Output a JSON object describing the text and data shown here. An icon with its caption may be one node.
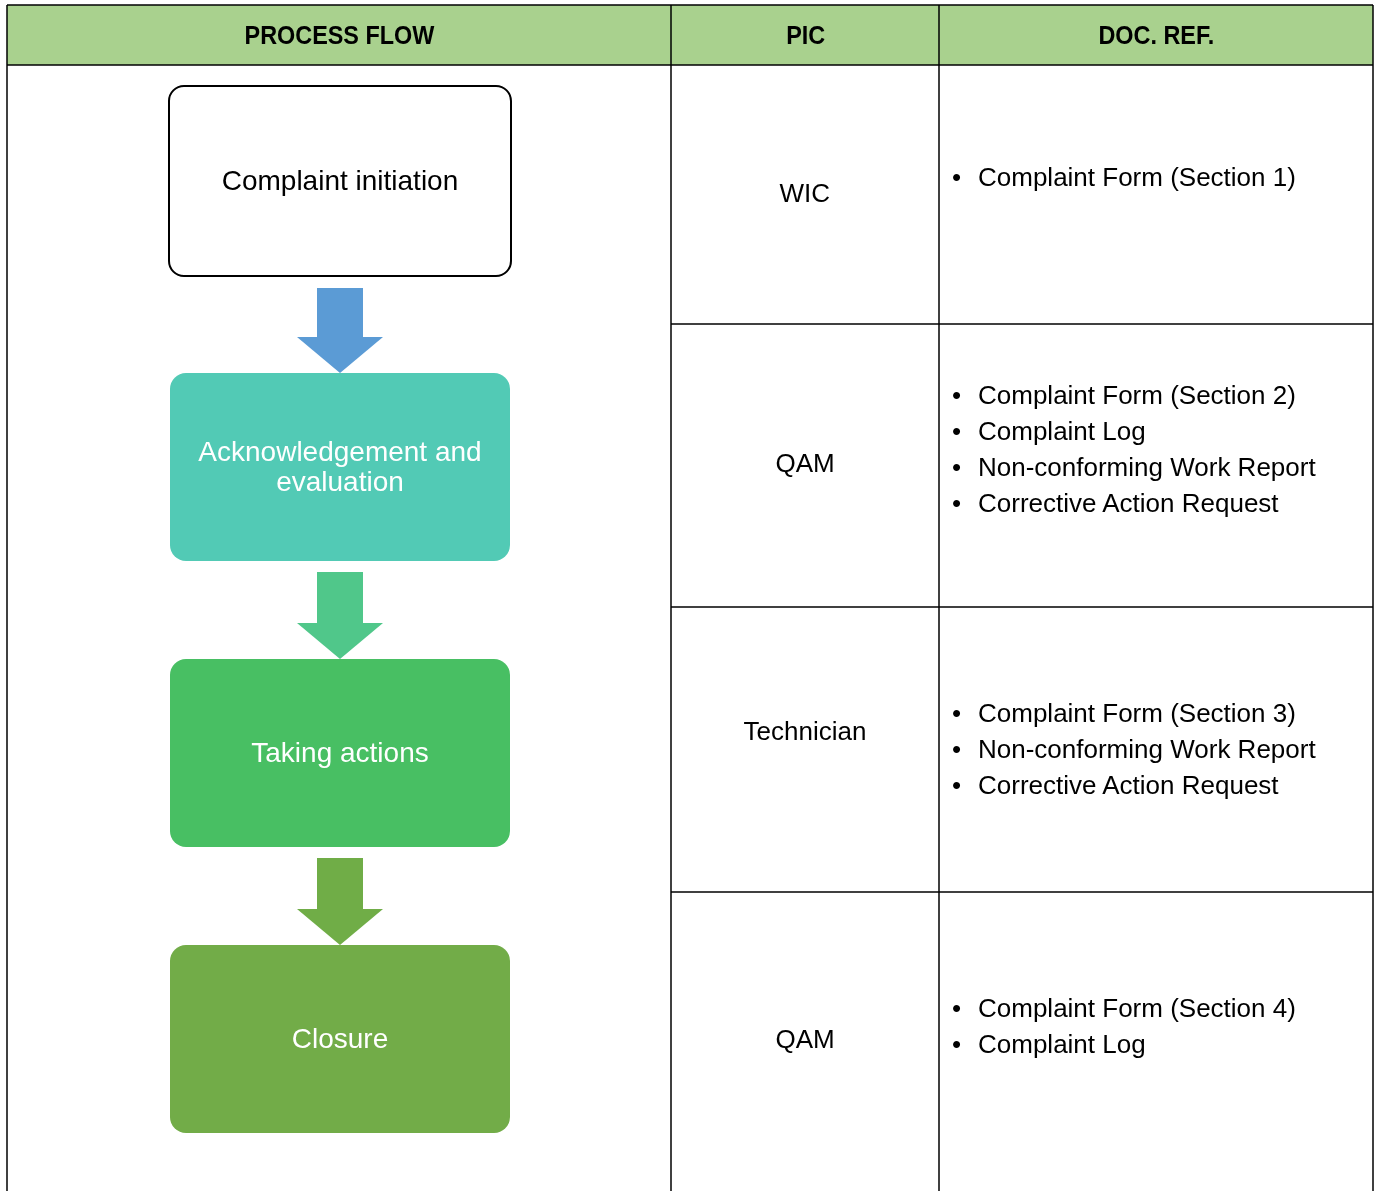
{
  "diagram": {
    "nodes": [
      {
        "text": [
          "Complaint initiation"
        ]
      },
      {
        "text": [
          "Acknowledgement and evaluation"
        ]
      },
      {
        "text": [
          "Taking actions"
        ]
      },
      {
        "text": [
          "Closure"
        ]
      }
    ],
    "edges": [
      {
        "from": 0,
        "to": 1,
        "arrow": "to",
        "color": "#5b9bd5"
      },
      {
        "from": 1,
        "to": 2,
        "arrow": "to",
        "color": "#50c78a"
      },
      {
        "from": 2,
        "to": 3,
        "arrow": "to",
        "color": "#70ad47"
      }
    ],
    "labels": [
      "PROCESS FLOW",
      "PIC",
      "DOC. REF.",
      "WIC",
      "•",
      "Complaint Form (Section 1)",
      "QAM",
      "•",
      "Complaint Form (Section 2)",
      "•",
      "Complaint Log",
      "•",
      "Non-conforming Work Report",
      "•",
      "Corrective Action Request",
      "Technician",
      "•",
      "Complaint Form (Section 3)",
      "•",
      "Non-conforming Work Report",
      "•",
      "Corrective Action Request",
      "QAM",
      "•",
      "Complaint Form (Section 4)",
      "•",
      "Complaint Log"
    ]
  }
}
